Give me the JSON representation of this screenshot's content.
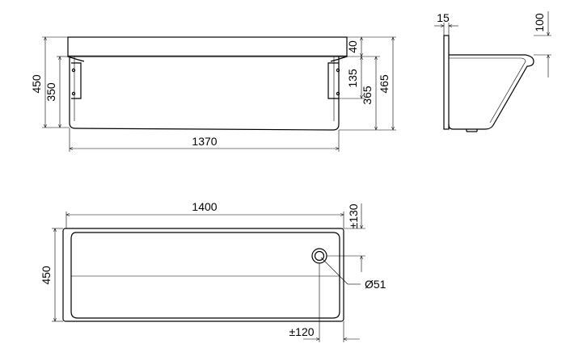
{
  "front_view": {
    "dim_height_total": "450",
    "dim_height_inner": "350",
    "dim_rim": "40",
    "dim_bracket": "135",
    "dim_365": "365",
    "dim_465": "465",
    "dim_width": "1370"
  },
  "side_view": {
    "dim_wall": "15",
    "dim_top": "100"
  },
  "top_view": {
    "dim_width": "1400",
    "dim_depth": "450",
    "dim_drain_offset_y": "±130",
    "dim_drain_offset_x": "±120",
    "dim_drain_diameter": "Ø51"
  }
}
